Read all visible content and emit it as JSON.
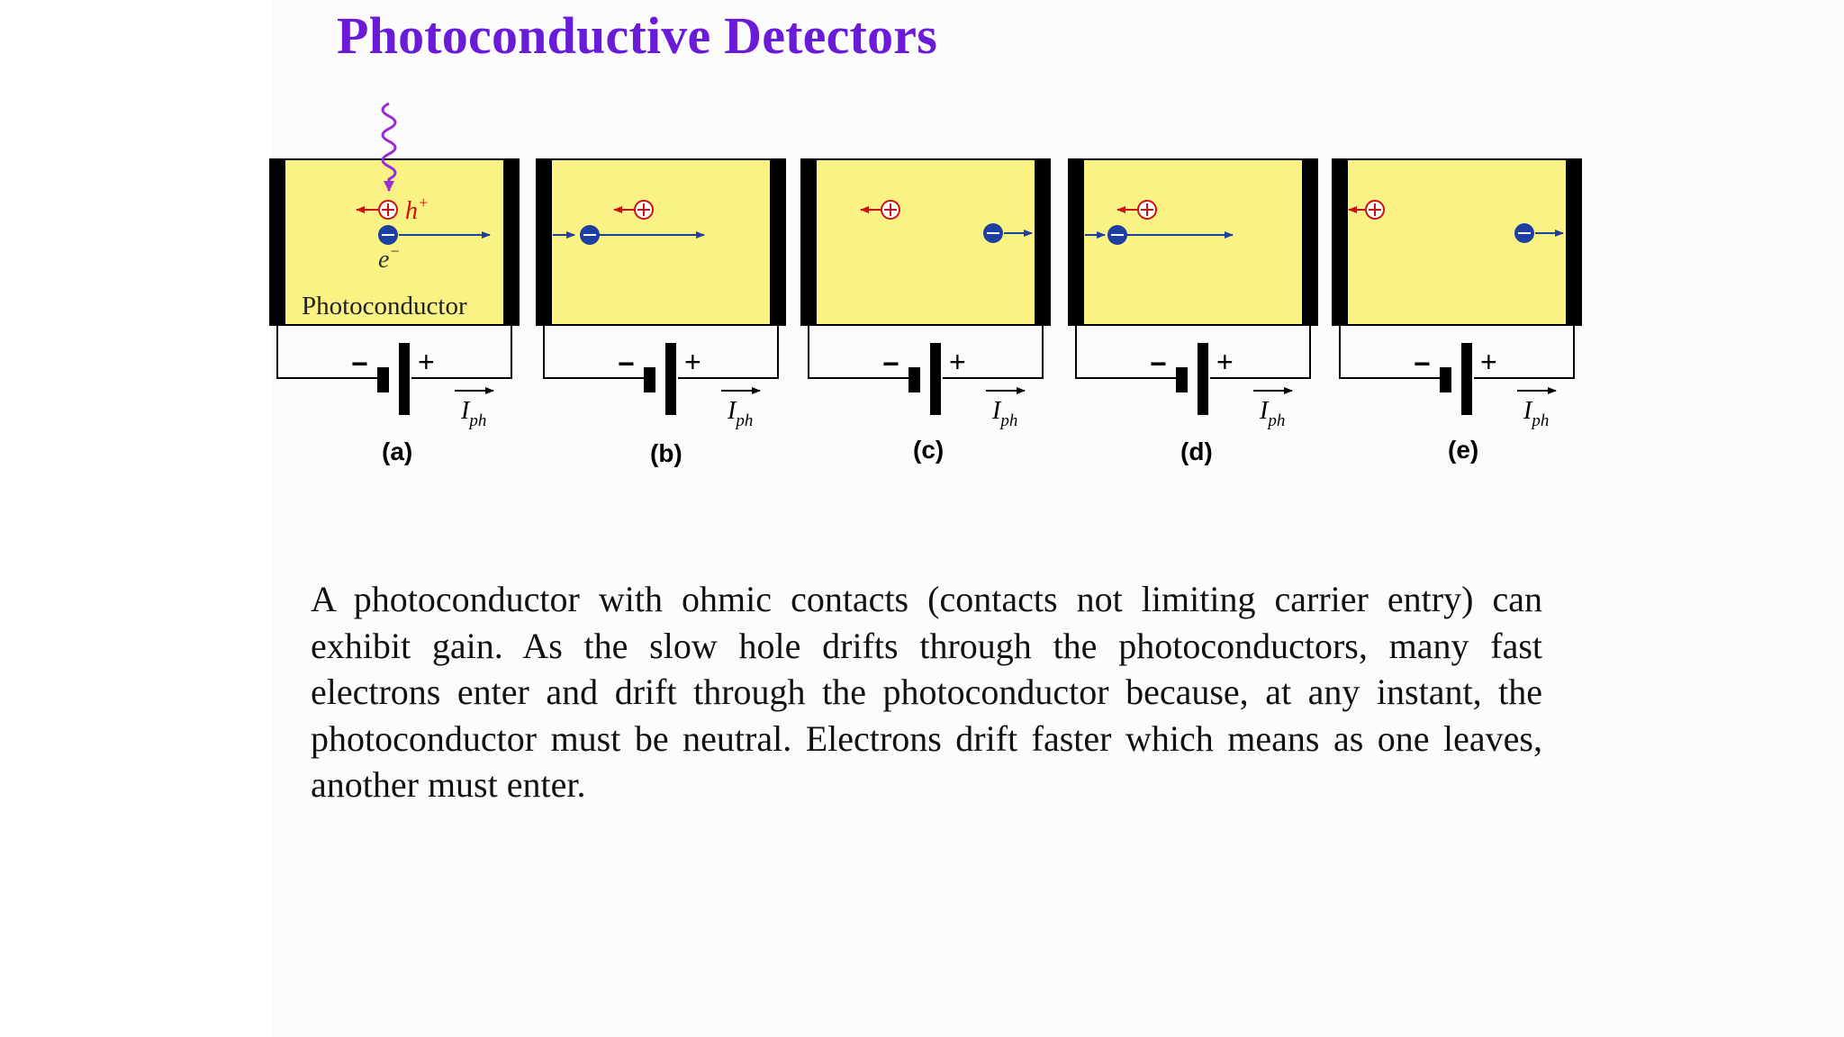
{
  "title": "Photoconductive Detectors",
  "figure": {
    "material_label": "Photoconductor",
    "hole_symbol": "h",
    "hole_superscript": "+",
    "electron_symbol": "e",
    "electron_superscript": "−",
    "battery_negative": "−",
    "battery_positive": "+",
    "current_symbol": "I",
    "current_subscript": "ph",
    "panels": [
      {
        "label": "(a)"
      },
      {
        "label": "(b)"
      },
      {
        "label": "(c)"
      },
      {
        "label": "(d)"
      },
      {
        "label": "(e)"
      }
    ],
    "colors": {
      "photoconductor": "#fbf285",
      "contact": "#000000",
      "photon": "#9a2bd6",
      "hole": "#cc1111",
      "electron": "#1d3fa0",
      "arrow": "#1d3fa0"
    }
  },
  "paragraph": "A photoconductor with ohmic contacts (contacts not limiting carrier entry) can exhibit gain. As the slow hole drifts through the photoconductors, many fast electrons enter and drift through the photoconductor because, at any instant, the photoconductor must be neutral. Electrons drift faster which means as one leaves, another must enter."
}
